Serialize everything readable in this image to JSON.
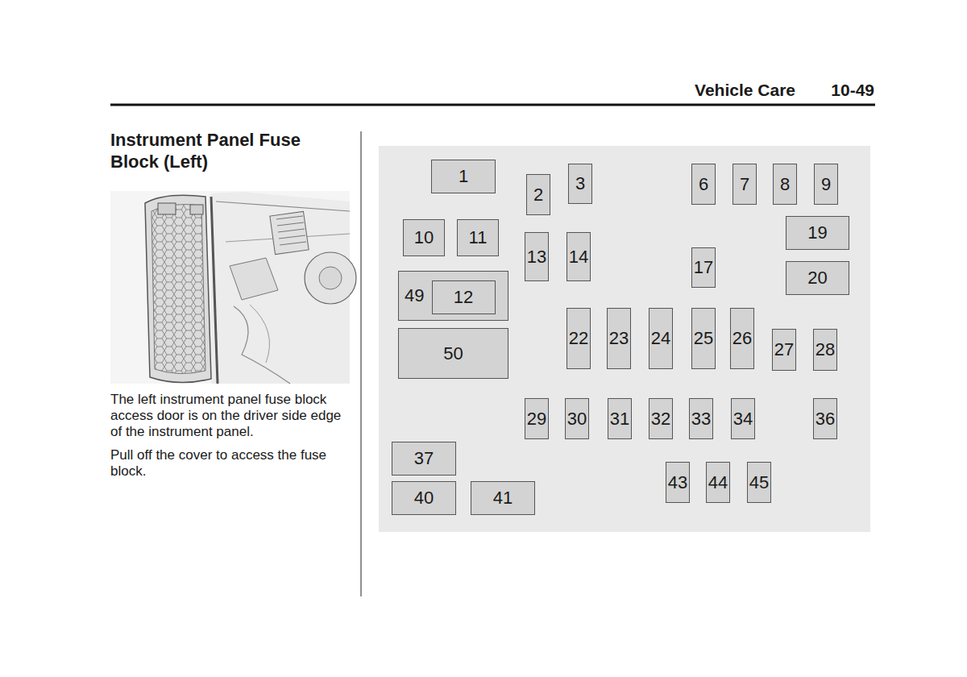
{
  "diagram": {
    "title": "Instrument Panel Fuse Block (Left)",
    "nodes": [
      {
        "text": [
          "1"
        ]
      },
      {
        "text": [
          "2"
        ]
      },
      {
        "text": [
          "3"
        ]
      },
      {
        "text": [
          "6"
        ]
      },
      {
        "text": [
          "7"
        ]
      },
      {
        "text": [
          "8"
        ]
      },
      {
        "text": [
          "9"
        ]
      },
      {
        "text": [
          "10"
        ]
      },
      {
        "text": [
          "11"
        ]
      },
      {
        "text": [
          "13"
        ]
      },
      {
        "text": [
          "14"
        ]
      },
      {
        "text": [
          "17"
        ]
      },
      {
        "text": [
          "19"
        ]
      },
      {
        "text": [
          "20"
        ]
      },
      {
        "text": [
          "49"
        ]
      },
      {
        "text": [
          "12"
        ],
        "in": 14
      },
      {
        "text": [
          "50"
        ]
      },
      {
        "text": [
          "22"
        ]
      },
      {
        "text": [
          "23"
        ]
      },
      {
        "text": [
          "24"
        ]
      },
      {
        "text": [
          "25"
        ]
      },
      {
        "text": [
          "26"
        ]
      },
      {
        "text": [
          "27"
        ]
      },
      {
        "text": [
          "28"
        ]
      },
      {
        "text": [
          "29"
        ]
      },
      {
        "text": [
          "30"
        ]
      },
      {
        "text": [
          "31"
        ]
      },
      {
        "text": [
          "32"
        ]
      },
      {
        "text": [
          "33"
        ]
      },
      {
        "text": [
          "34"
        ]
      },
      {
        "text": [
          "36"
        ]
      },
      {
        "text": [
          "37"
        ]
      },
      {
        "text": [
          "40"
        ]
      },
      {
        "text": [
          "41"
        ]
      },
      {
        "text": [
          "43"
        ]
      },
      {
        "text": [
          "44"
        ]
      },
      {
        "text": [
          "45"
        ]
      }
    ],
    "labels": [
      "Vehicle Care",
      "10-49",
      "The left instrument panel fuse block access door is on the driver side edge of the instrument panel.",
      "Pull off the cover to access the fuse block."
    ]
  }
}
